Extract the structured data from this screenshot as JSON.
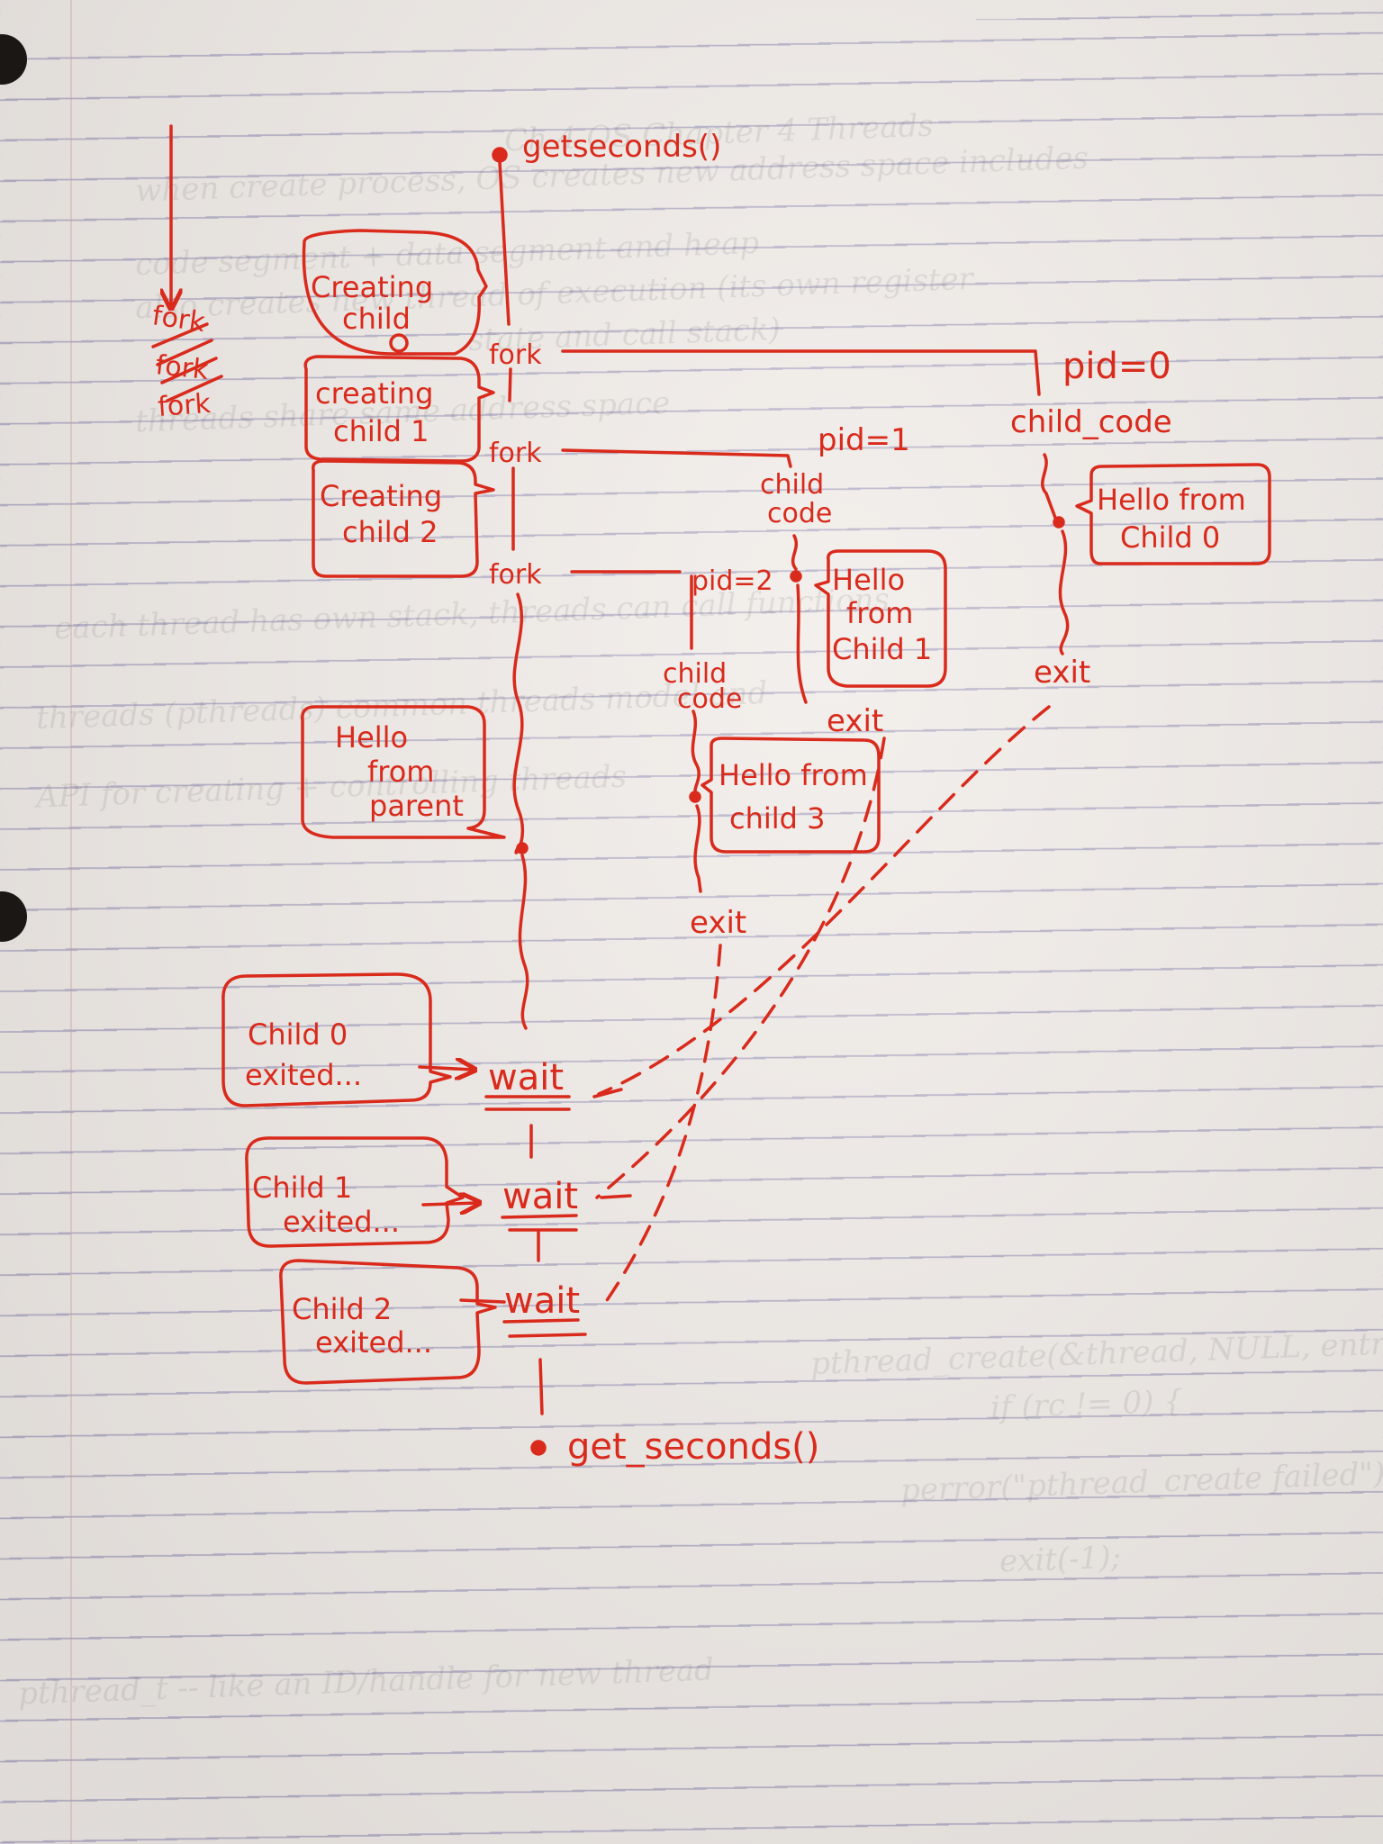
{
  "colors": {
    "ink": "#d92a1c",
    "paper": "#f1ece8",
    "rule": "#8782af"
  },
  "diagram": {
    "start_label": "getseconds()",
    "end_label": "get_seconds()",
    "side_notes": [
      "fork",
      "fork",
      "fork"
    ],
    "fork_labels": [
      "fork",
      "fork",
      "fork"
    ],
    "parent_bubbles": [
      [
        "Creating",
        "child"
      ],
      [
        "creating",
        "child 1"
      ],
      [
        "Creating",
        "child 2"
      ],
      [
        "Hello",
        "from",
        "parent"
      ]
    ],
    "child_0": {
      "pid": "pid=0",
      "code": "child_code",
      "message": [
        "Hello from",
        "Child 0"
      ],
      "exit": "exit"
    },
    "child_1": {
      "pid": "pid=1",
      "code": [
        "child",
        "code"
      ],
      "message": [
        "Hello",
        "from",
        "Child 1"
      ],
      "exit": "exit"
    },
    "child_2": {
      "pid": "pid=2",
      "code": [
        "child",
        "code"
      ],
      "message": [
        "Hello from",
        "child 3"
      ],
      "exit": "exit"
    },
    "wait_label": "wait",
    "wait_bubbles": [
      [
        "Child 0",
        "exited..."
      ],
      [
        "Child 1",
        "exited..."
      ],
      [
        "Child 2",
        "exited..."
      ]
    ]
  },
  "background_bleed": [
    "Ch 4 OS Chapter 4 Threads",
    "when create process, OS creates new address space includes",
    "code segment + data segment and heap",
    "also creates new thread of execution (its own register",
    "state and call stack)",
    "threads share same address space",
    "each thread has own stack, threads can call functions",
    "threads (pthreads) common threads model and",
    "API for creating + controlling threads",
    "pthread_create(&thread, NULL, entry, (void*)arg)",
    "if (rc != 0) {",
    "perror(\"pthread_create failed\");",
    "exit(-1);",
    "pthread_t -- like an ID/handle for new thread"
  ]
}
